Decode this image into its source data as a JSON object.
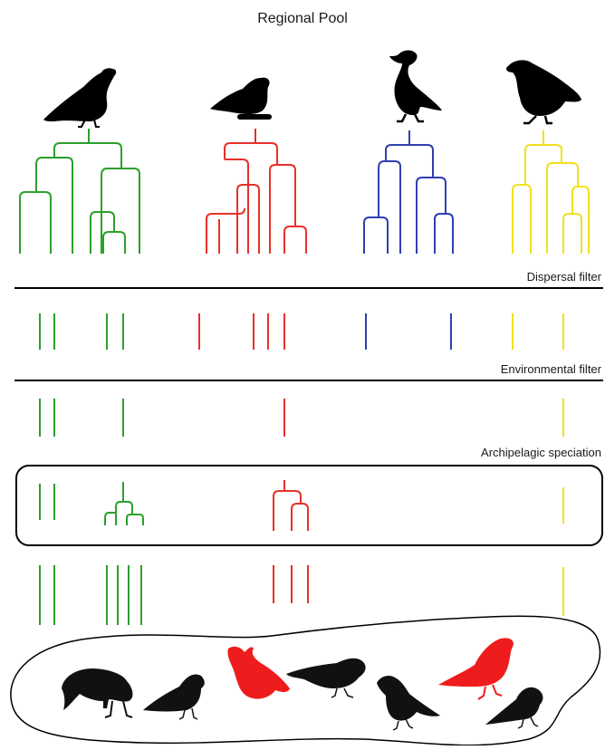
{
  "title": "Regional Pool",
  "filters": {
    "dispersal": "Dispersal filter",
    "environmental": "Environmental filter",
    "speciation": "Archipelagic speciation"
  },
  "lineages": [
    {
      "name": "green-lineage",
      "color": "#2ca02c"
    },
    {
      "name": "red-lineage",
      "color": "#e8302a"
    },
    {
      "name": "blue-lineage",
      "color": "#2f3fb0"
    },
    {
      "name": "yellow-lineage",
      "color": "#f2e01c"
    }
  ],
  "island_birds": {
    "black": "#111111",
    "highlight": "#ee1c1c"
  }
}
